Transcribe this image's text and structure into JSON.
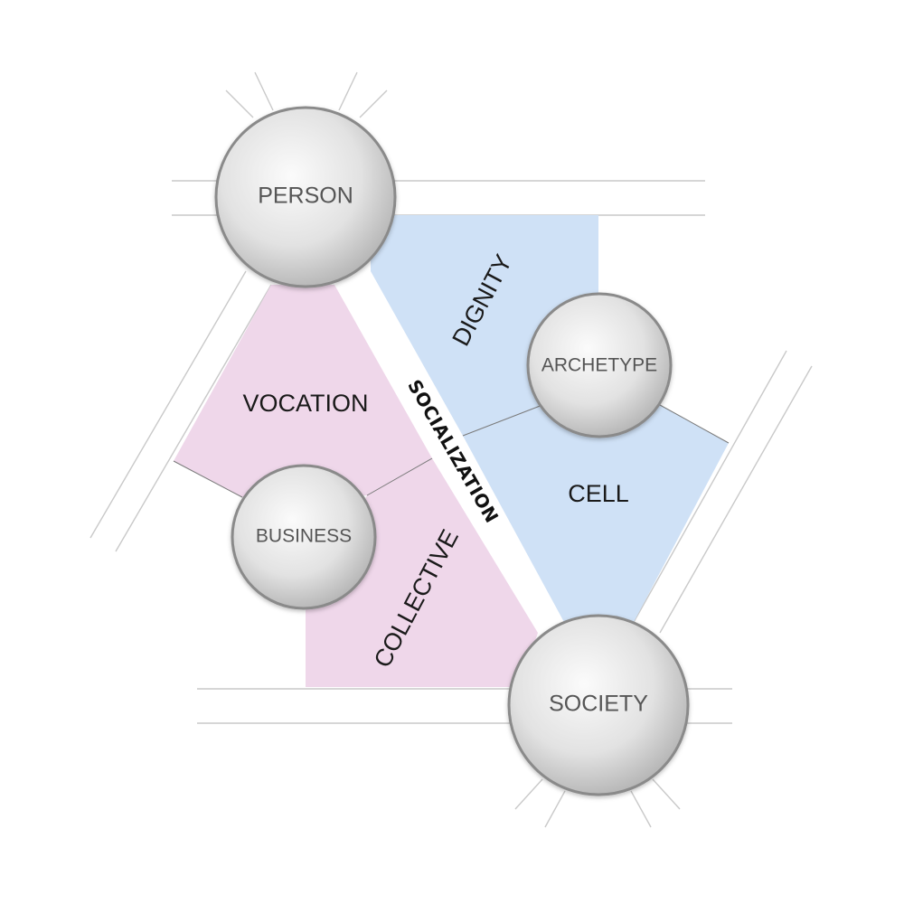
{
  "diagram": {
    "nodes": {
      "person": "PERSON",
      "archetype": "ARCHETYPE",
      "business": "BUSINESS",
      "society": "SOCIETY"
    },
    "regions": {
      "dignity": "DIGNITY",
      "vocation": "VOCATION",
      "cell": "CELL",
      "collective": "COLLECTIVE"
    },
    "band": {
      "socialization": "SOCIALIZATION"
    },
    "colors": {
      "pink_region": "#efd7ea",
      "blue_region": "#cfe1f6",
      "node_light": "#fbfbfb",
      "node_dark": "#b4b4b4",
      "road_line": "#c9c9c9"
    }
  }
}
